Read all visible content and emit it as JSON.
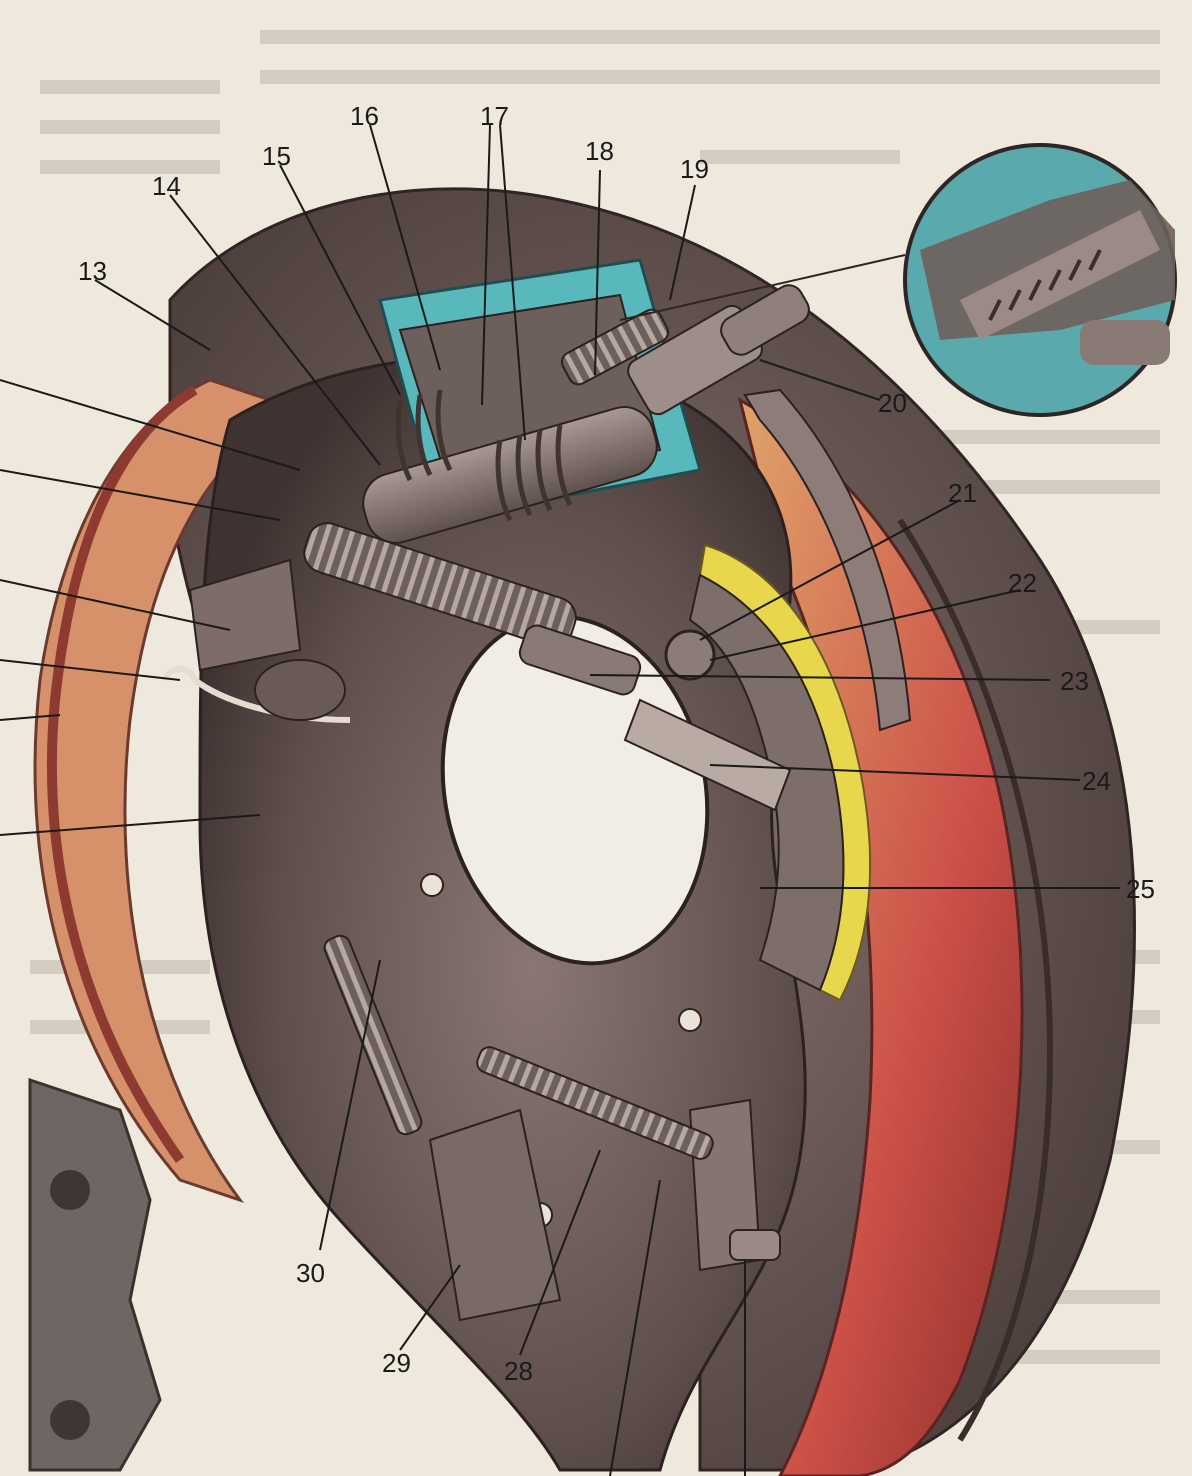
{
  "labels": [
    "13",
    "14",
    "15",
    "16",
    "17",
    "18",
    "19",
    "20",
    "21",
    "22",
    "23",
    "24",
    "25",
    "28",
    "29",
    "30"
  ],
  "palette": {
    "drum": "#6e5a55",
    "drum_rim": "#d89a6a",
    "lining_red": "#c4443c",
    "backplate": "#5e4f4c",
    "cylinder": "#7a6c68",
    "cyan": "#4fb6b8",
    "friction": "#e7d34a",
    "page": "#efe8dc"
  }
}
